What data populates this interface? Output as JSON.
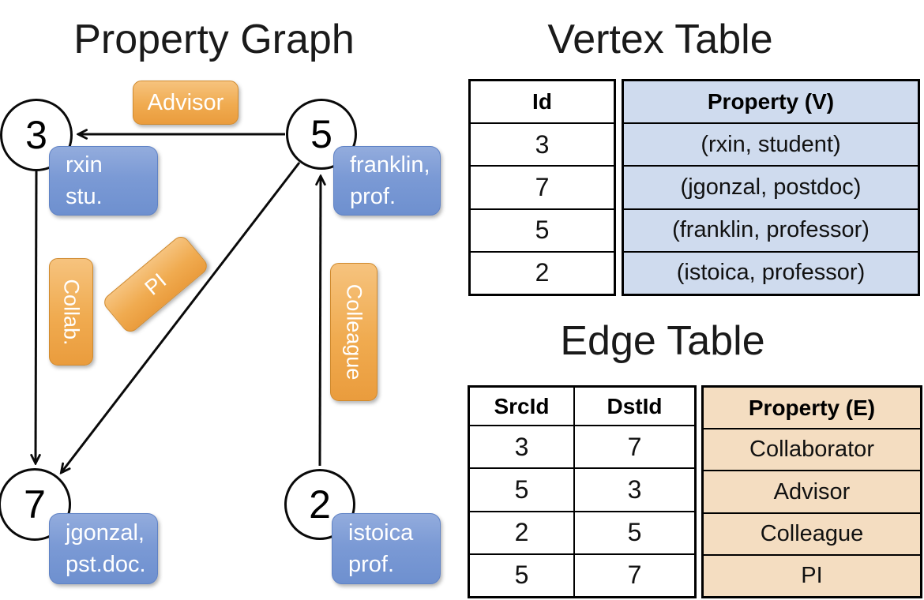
{
  "titles": {
    "graph": "Property Graph",
    "vertex_table": "Vertex Table",
    "edge_table": "Edge Table"
  },
  "graph": {
    "nodes": [
      {
        "id": "3"
      },
      {
        "id": "5"
      },
      {
        "id": "7"
      },
      {
        "id": "2"
      }
    ],
    "node_labels": [
      {
        "text": "rxin\nstu."
      },
      {
        "text": "franklin,\nprof."
      },
      {
        "text": "jgonzal,\npst.doc."
      },
      {
        "text": "istoica\nprof."
      }
    ],
    "edge_labels": [
      {
        "label": "Advisor"
      },
      {
        "label": "Collab."
      },
      {
        "label": "PI"
      },
      {
        "label": "Colleague"
      }
    ]
  },
  "vertex_table": {
    "columns": [
      "Id",
      "Property (V)"
    ],
    "rows": [
      {
        "id": "3",
        "property": "(rxin, student)"
      },
      {
        "id": "7",
        "property": "(jgonzal, postdoc)"
      },
      {
        "id": "5",
        "property": "(franklin, professor)"
      },
      {
        "id": "2",
        "property": "(istoica, professor)"
      }
    ]
  },
  "edge_table": {
    "columns": [
      "SrcId",
      "DstId",
      "Property (E)"
    ],
    "rows": [
      {
        "src": "3",
        "dst": "7",
        "property": "Collaborator"
      },
      {
        "src": "5",
        "dst": "3",
        "property": "Advisor"
      },
      {
        "src": "2",
        "dst": "5",
        "property": "Colleague"
      },
      {
        "src": "5",
        "dst": "7",
        "property": "PI"
      }
    ]
  },
  "colors": {
    "edge_label_orange": "#eca045",
    "vertex_label_blue": "#6e90cf",
    "vertex_table_fill": "#cfdbee",
    "edge_table_fill": "#f4ddc1"
  }
}
